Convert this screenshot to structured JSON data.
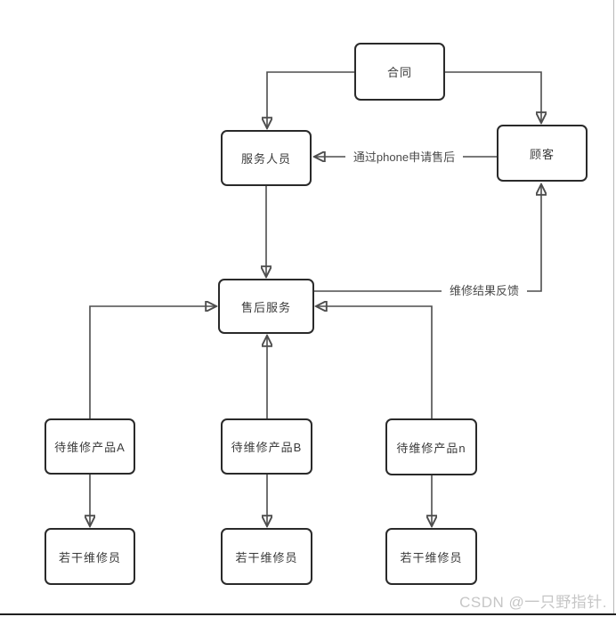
{
  "page": {
    "watermark": "CSDN @一只野指针."
  },
  "diagram": {
    "nodes": {
      "contract": {
        "label": "合同"
      },
      "service_staff": {
        "label": "服务人员"
      },
      "customer": {
        "label": "顾客"
      },
      "after_sales_service": {
        "label": "售后服务"
      },
      "product_a": {
        "label": "待维修产品A"
      },
      "product_b": {
        "label": "待维修产品B"
      },
      "product_n": {
        "label": "待维修产品n"
      },
      "repairmen_a": {
        "label": "若干维修员"
      },
      "repairmen_b": {
        "label": "若干维修员"
      },
      "repairmen_n": {
        "label": "若干维修员"
      }
    },
    "edge_labels": {
      "phone_request": "通过phone申请售后",
      "repair_feedback": "维修结果反馈"
    },
    "edges": [
      {
        "from": "contract",
        "to": "service_staff"
      },
      {
        "from": "contract",
        "to": "customer"
      },
      {
        "from": "customer",
        "to": "service_staff",
        "label": "通过phone申请售后"
      },
      {
        "from": "service_staff",
        "to": "after_sales_service"
      },
      {
        "from": "after_sales_service",
        "to": "customer",
        "label": "维修结果反馈"
      },
      {
        "from": "product_a",
        "to": "after_sales_service"
      },
      {
        "from": "product_b",
        "to": "after_sales_service"
      },
      {
        "from": "product_n",
        "to": "after_sales_service"
      },
      {
        "from": "product_a",
        "to": "repairmen_a"
      },
      {
        "from": "product_b",
        "to": "repairmen_b"
      },
      {
        "from": "product_n",
        "to": "repairmen_n"
      }
    ],
    "colors": {
      "node_border": "#2a2a2a",
      "connector": "#4d4d4d",
      "text": "#3a3a3a",
      "watermark": "#c6c6c6"
    }
  }
}
